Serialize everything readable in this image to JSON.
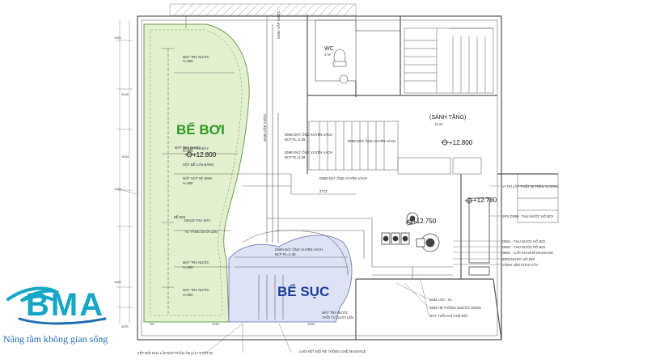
{
  "pool": {
    "title": "BỂ BƠI",
    "elevation": "+12.800"
  },
  "spa": {
    "title": "BỂ SỤC"
  },
  "lobby": {
    "name": "(SẢNH TẦNG)",
    "area": "12 m²",
    "elevation": "+12.800"
  },
  "wc": {
    "name": "WC",
    "area": "4 m²"
  },
  "pump_room": {
    "elevation_a": "+12.750",
    "elevation_b": "+12.780"
  },
  "pool_labels": [
    "MẶT TRẢ NƯỚC",
    "H=600",
    "DN110 THU ĐÁY",
    "MẶT TRẢ NƯỚC",
    "H=600",
    "HỘT BỂ CÂN BẰNG",
    "MẶT HÚT VỆ SINH",
    "H=600",
    "BỂ BƠI",
    "DN110 THU ĐÁY",
    "TỪ TẦNG DƯỚI LÊN",
    "MẶT TRẢ NƯỚC",
    "H=600",
    "MẶT TRẢ NƯỚC",
    "H=600"
  ],
  "pipe_labels": [
    "DN90 CẤP NƯỚC",
    "DN90 CẤP NƯỚC",
    "DN90 ĐẶT ỐNG XUYÊN VÁCH",
    "BCP PL=4.38",
    "DN90 ĐẶT ỐNG XUYÊN VÁCH",
    "BCP PL=4.38",
    "DN90 ĐẶT ỐNG XUYÊN VÁCH",
    "2773",
    "DN90 ĐẶT ỐNG XUYÊN VÁCH",
    "BCP PL=4.38",
    "DN90 ĐẶT ỐNG XUYÊN VÁCH"
  ],
  "equipment_labels": [
    "VỊ TRÍ LẮP THIẾT BỊ TRÊN TƯỜNG",
    "SPS DN50 - THU NƯỚC HỒ BƠI",
    "DB01 - THU NƯỚC HỒ BƠI",
    "DB01 - THU NƯỚC HỒ BƠI",
    "DB01 - CẤP KHÍ GHẾ MASSAGE",
    "BƠM NƯỚC HỒ BƠI",
    "VÒNG LÊN CHÂU CẤY",
    "BOM LỌC - 01",
    "BOM HỆ THỐNG NGƯỢC DÒNG",
    "MÁY THỔI KHÍ GHẾ ĐÔI"
  ],
  "spa_labels": [
    "MẶT TRẢ NƯỚC",
    "THỔI TỪ DƯỚI LÊN"
  ],
  "bottom_notes": [
    "KẾT NỐI NHÀ LẮP ĐẶT PHẦN ÂN CỦA THIẾT BỊ",
    "CHỖ KẾT NỐI HỆ THỐNG GHẾ MASSAGE"
  ],
  "dimensions": [
    "1150",
    "3345",
    "1640",
    "1260",
    "1150",
    "4250",
    "735",
    "4250",
    "2885",
    "1105"
  ],
  "branding": {
    "logo": "BMA",
    "tagline": "Nâng tầm không gian sống"
  },
  "colors": {
    "pool_fill": "#e3f0d0",
    "spa_fill": "#dde3f4",
    "pool_title": "#2f9a20",
    "spa_title": "#1d3f9b",
    "brand": "#16a7c7"
  }
}
